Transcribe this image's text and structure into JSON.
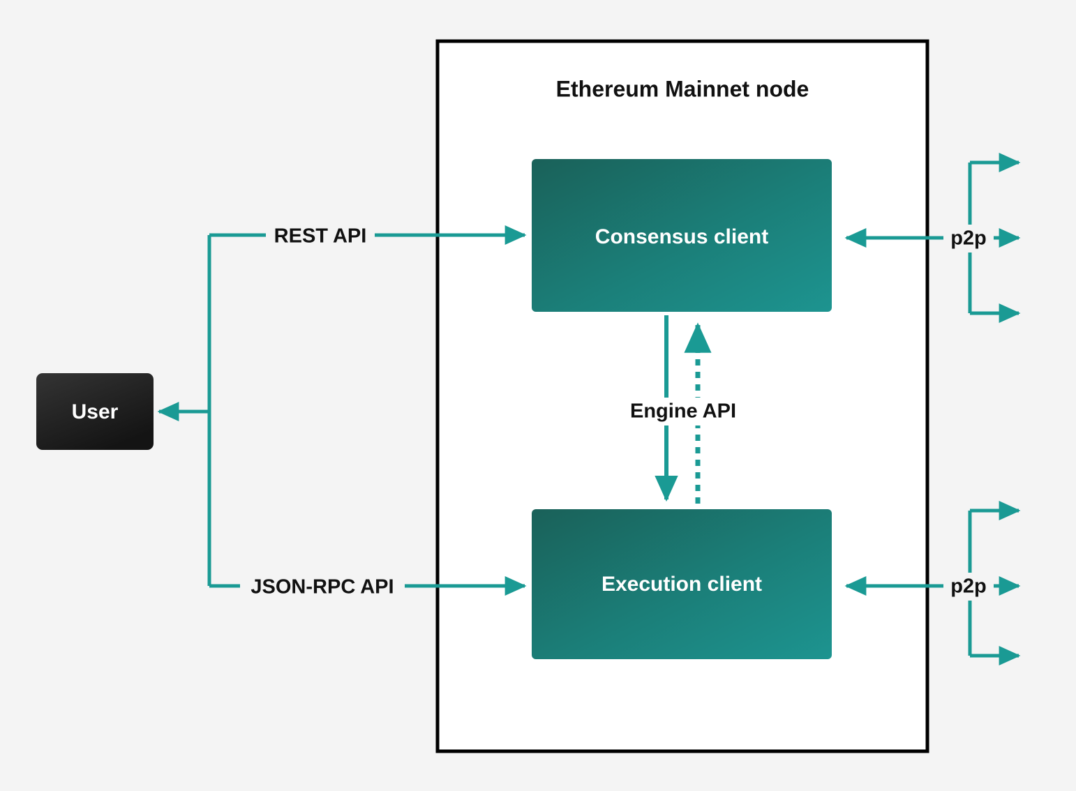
{
  "diagram": {
    "title": "Ethereum Mainnet node",
    "background_color": "#f4f4f4",
    "accent_color": "#1a9a94",
    "container_border_color": "#000000",
    "container_fill_color": "#ffffff"
  },
  "nodes": {
    "user": {
      "label": "User",
      "fill_from": "#303030",
      "fill_to": "#141414",
      "text_color": "#ffffff"
    },
    "consensus_client": {
      "label": "Consensus client",
      "fill_from": "#1a6159",
      "fill_to": "#1d9490",
      "text_color": "#ffffff"
    },
    "execution_client": {
      "label": "Execution client",
      "fill_from": "#1a6159",
      "fill_to": "#1d9490",
      "text_color": "#ffffff"
    }
  },
  "edges": {
    "rest_api": "REST API",
    "json_rpc_api": "JSON-RPC API",
    "engine_api": "Engine API",
    "p2p_consensus": "p2p",
    "p2p_execution": "p2p"
  }
}
